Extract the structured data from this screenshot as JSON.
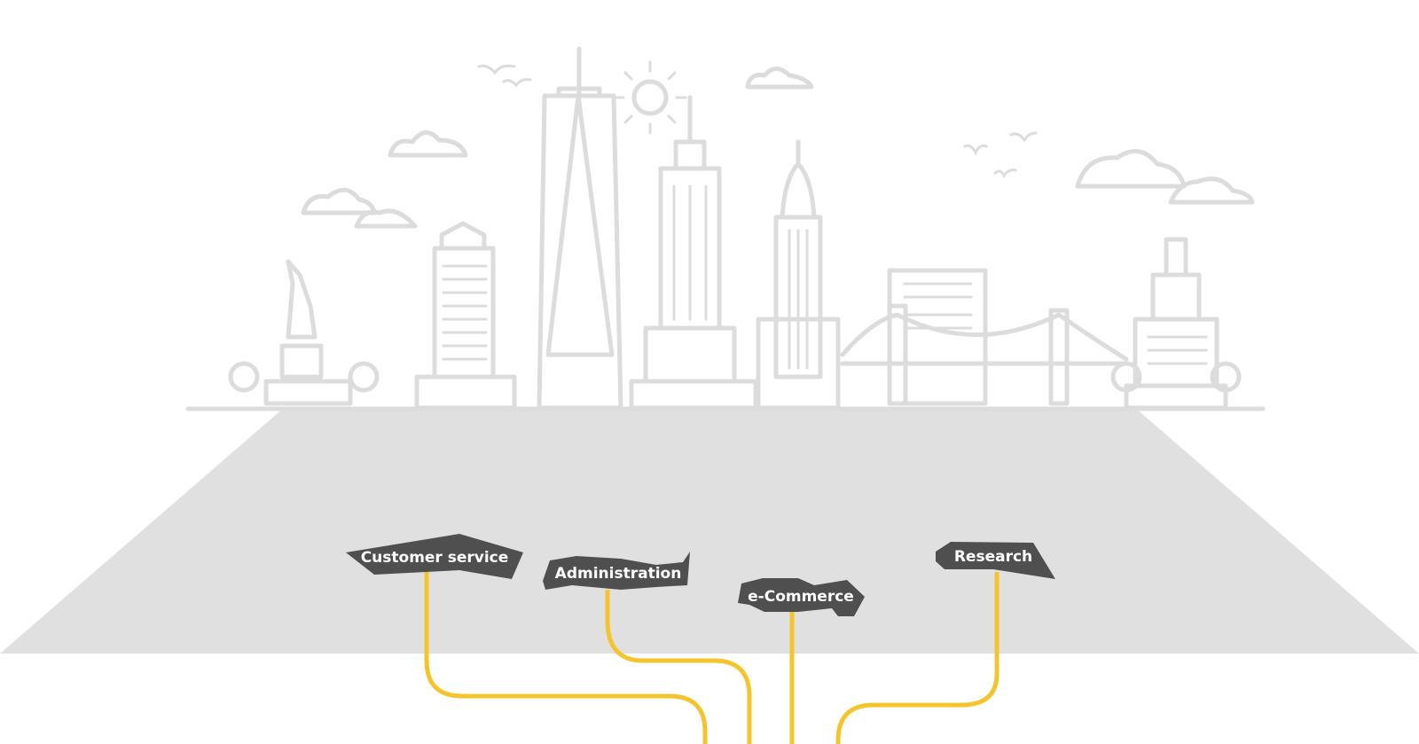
{
  "departments": [
    {
      "label": "Customer service"
    },
    {
      "label": "Administration"
    },
    {
      "label": "e-Commerce"
    },
    {
      "label": "Research"
    }
  ],
  "colors": {
    "skyline": "#dcdcdc",
    "ground": "#e0e0e0",
    "tag": "#4f4f4f",
    "connector": "#f5c42c"
  }
}
